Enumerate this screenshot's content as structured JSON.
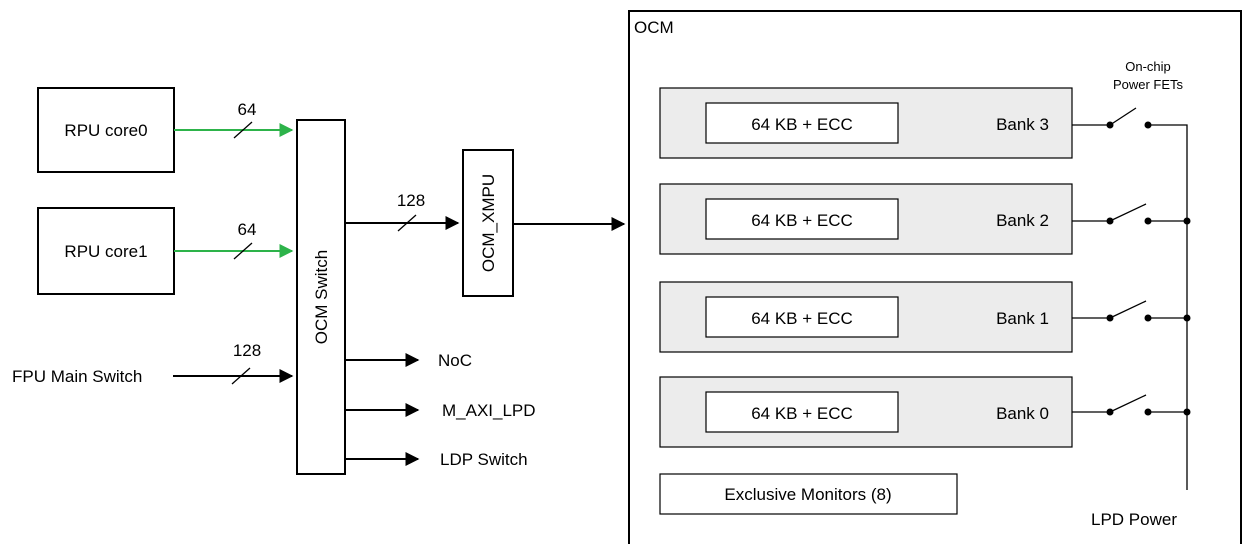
{
  "diagram": {
    "sources": [
      {
        "label": "RPU core0",
        "bus_width": "64"
      },
      {
        "label": "RPU core1",
        "bus_width": "64"
      }
    ],
    "fpu": {
      "label": "FPU Main Switch",
      "bus_width": "128"
    },
    "ocm_switch": {
      "label": "OCM Switch"
    },
    "xmpu": {
      "label": "OCM_XMPU",
      "bus_width": "128"
    },
    "outputs": [
      "NoC",
      "M_AXI_LPD",
      "LDP Switch"
    ],
    "ocm": {
      "title": "OCM",
      "banks": [
        {
          "memory": "64 KB + ECC",
          "name": "Bank 3"
        },
        {
          "memory": "64 KB + ECC",
          "name": "Bank 2"
        },
        {
          "memory": "64 KB + ECC",
          "name": "Bank 1"
        },
        {
          "memory": "64 KB + ECC",
          "name": "Bank 0"
        }
      ],
      "exclusive_monitors": "Exclusive Monitors (8)"
    },
    "power": {
      "fet_label_line1": "On-chip",
      "fet_label_line2": "Power FETs",
      "lpd_label": "LPD Power"
    },
    "colors": {
      "core_link": "#2db34a",
      "bank_fill": "#ececec",
      "line": "#000000"
    }
  }
}
